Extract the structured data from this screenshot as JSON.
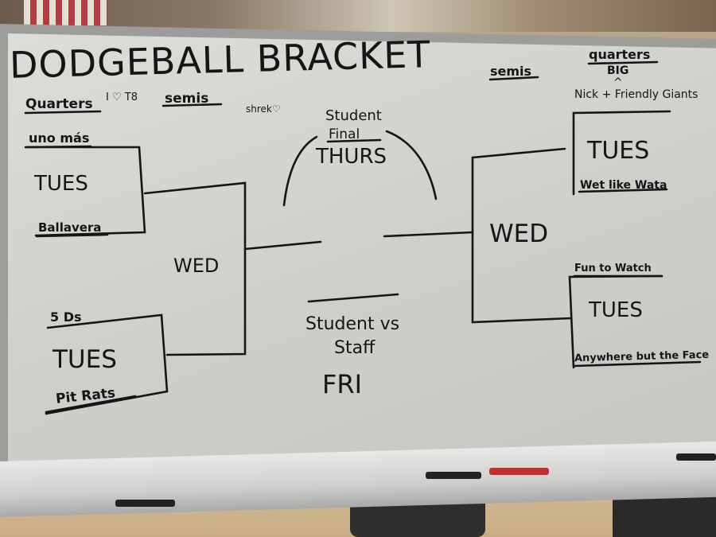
{
  "board": {
    "title": "DODGEBALL BRACKET",
    "left": {
      "quarters_label": "Quarters",
      "love_note": "I ♡ T8",
      "semis_label": "semis",
      "shrek_note": "shrek♡",
      "top_team": "uno más",
      "top_day": "TUES",
      "top_team_2": "Ballavera",
      "semi_day": "WED",
      "bottom_team": "5 Ds",
      "bottom_day": "TUES",
      "bottom_team_2": "Pit Rats"
    },
    "center": {
      "final_line1": "Student",
      "final_line2": "Final",
      "final_day": "THURS",
      "vs_line1": "Student vs",
      "vs_line2": "Staff",
      "vs_day": "FRI"
    },
    "right": {
      "semis_label": "semis",
      "quarters_label": "quarters",
      "big_note": "BIG",
      "caret": "^",
      "top_team": "Nick + Friendly Giants",
      "top_day": "TUES",
      "top_team_2": "Wet like Wata",
      "semi_day": "WED",
      "bottom_team": "Fun to Watch",
      "bottom_day": "TUES",
      "bottom_team_2": "Anywhere but the Face"
    }
  }
}
